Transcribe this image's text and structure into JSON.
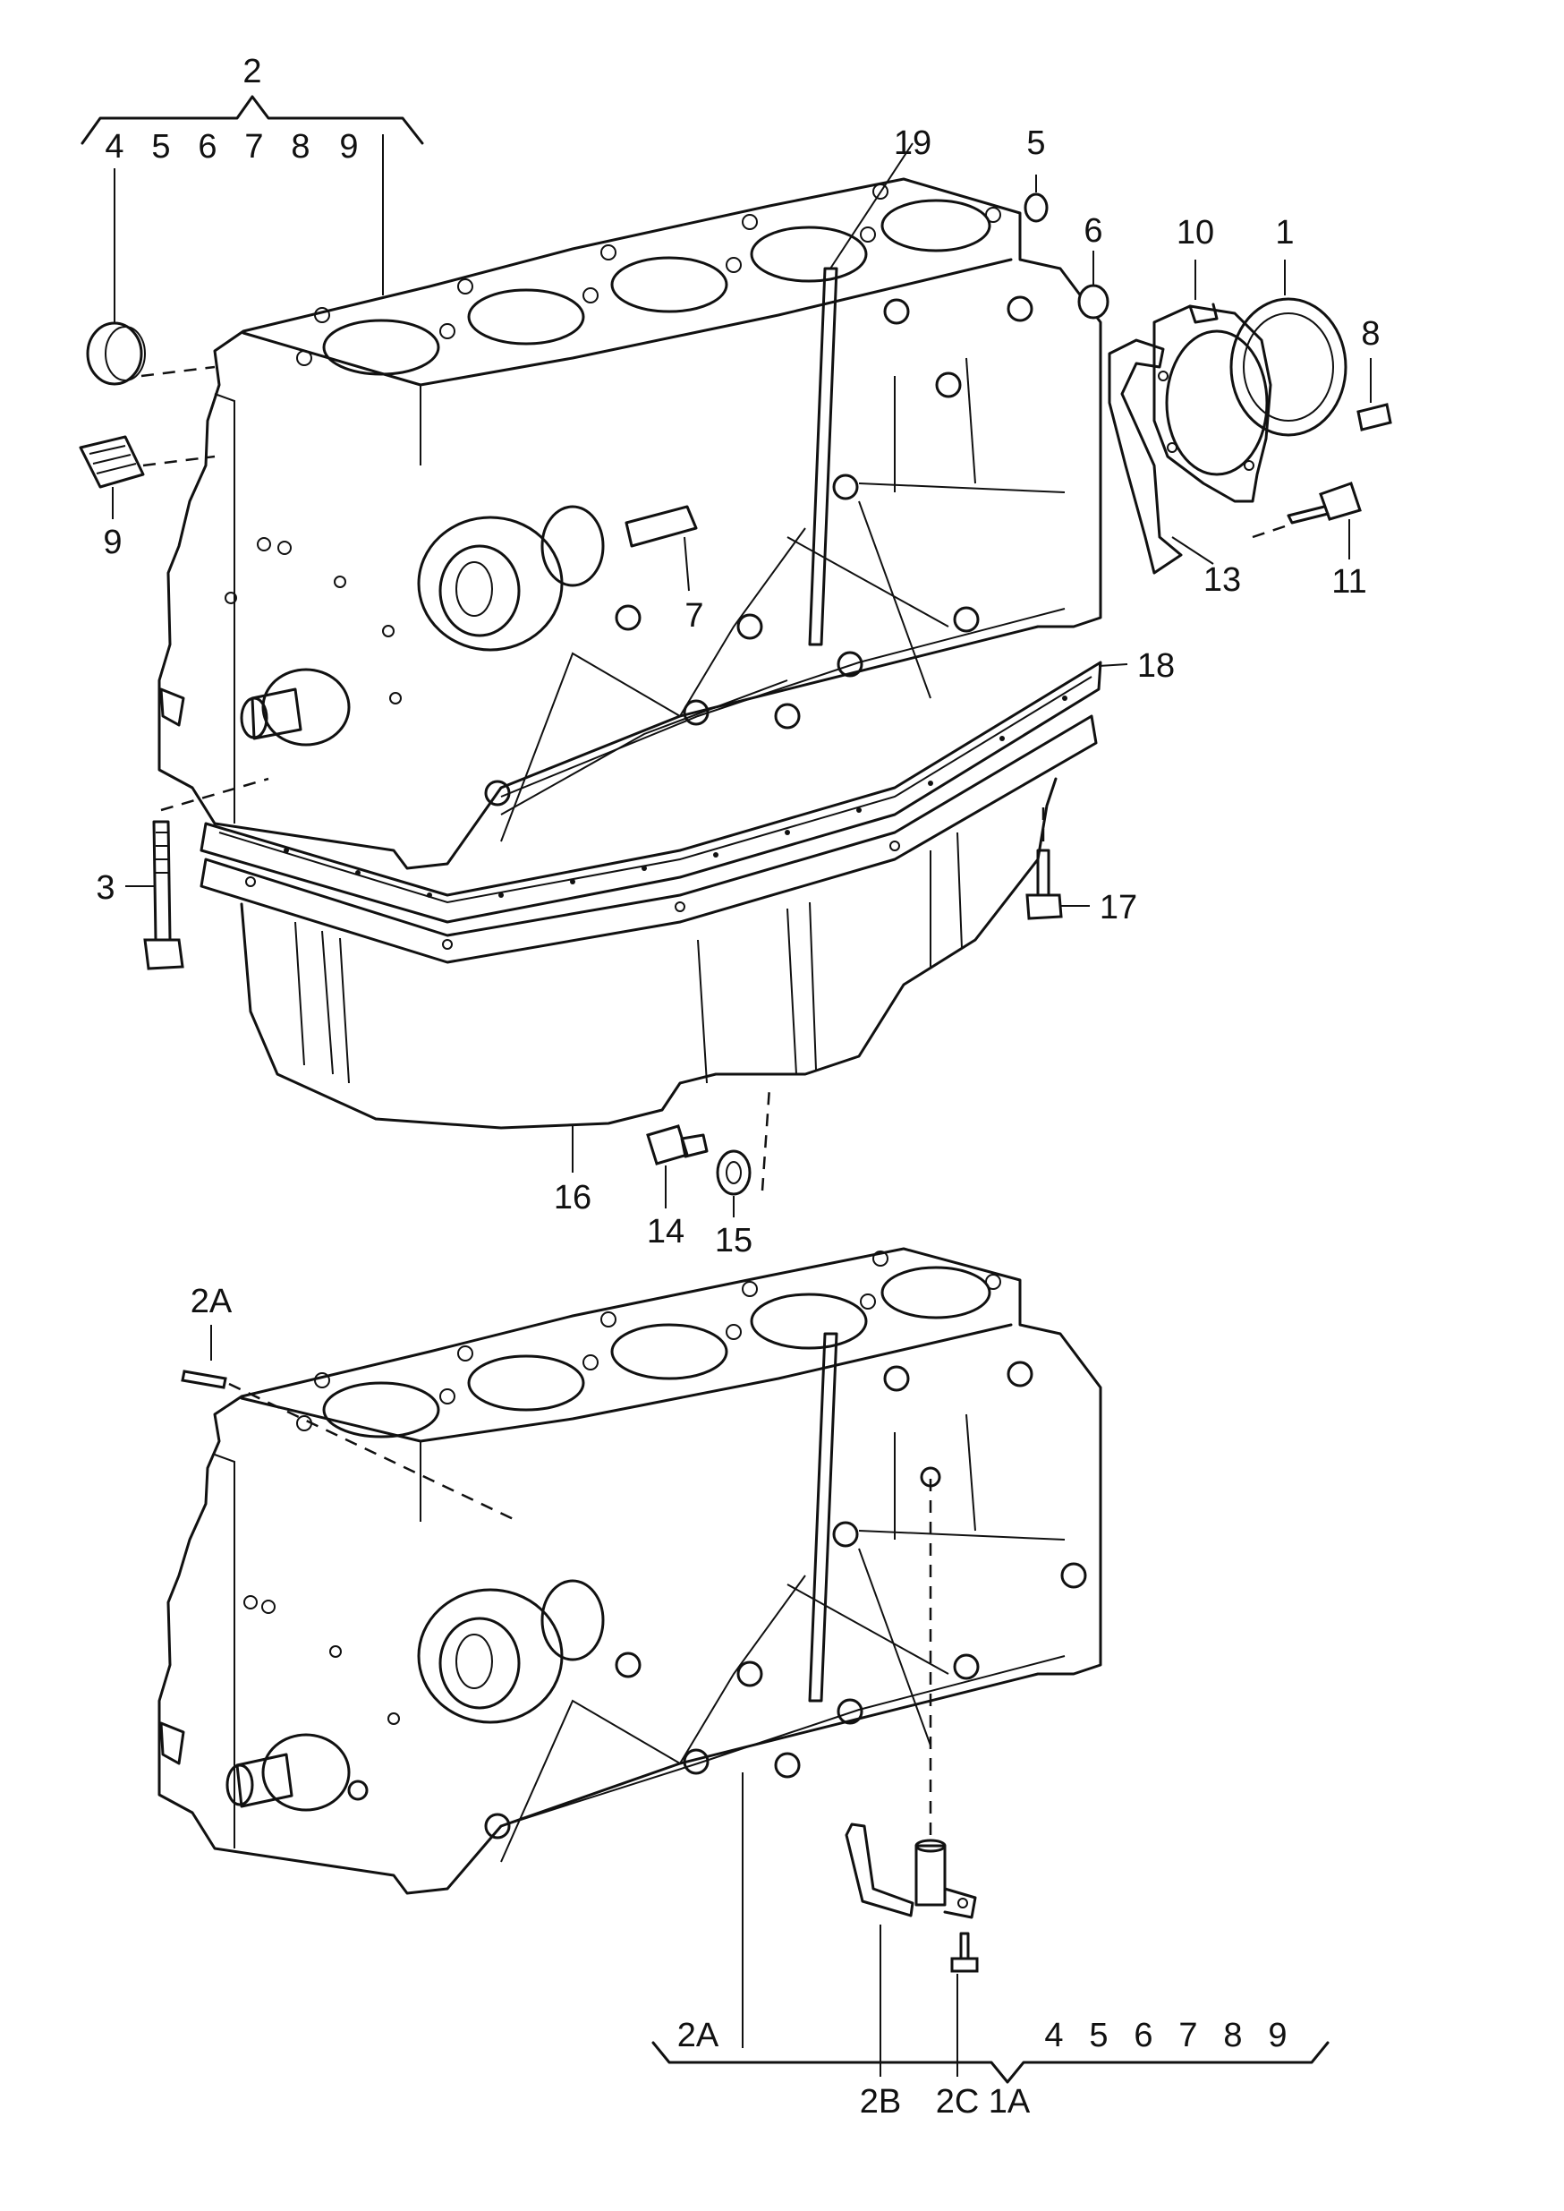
{
  "labels": {
    "l2": "2",
    "l4a": "4",
    "l5a": "5",
    "l6a": "6",
    "l7a": "7",
    "l8a": "8",
    "l9a": "9",
    "l9b": "9",
    "l19": "19",
    "l5b": "5",
    "l6b": "6",
    "l10": "10",
    "l1": "1",
    "l8b": "8",
    "l7b": "7",
    "l13": "13",
    "l11": "11",
    "l18": "18",
    "l3": "3",
    "l17": "17",
    "l16": "16",
    "l14": "14",
    "l15": "15",
    "l2A_top": "2A",
    "l2A_bot": "2A",
    "l4c": "4",
    "l5c": "5",
    "l6c": "6",
    "l7c": "7",
    "l8c": "8",
    "l9c": "9",
    "l2B": "2B",
    "l2C": "2C",
    "l1A": "1A"
  }
}
